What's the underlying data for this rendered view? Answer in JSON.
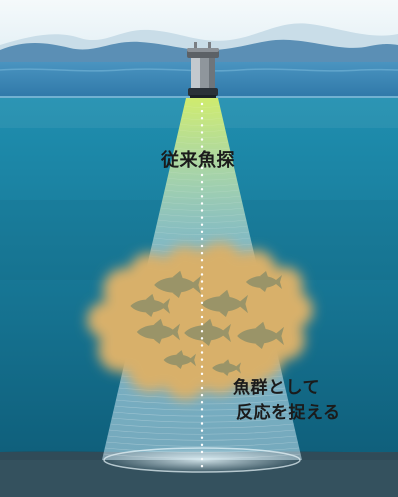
{
  "labels": {
    "sonar": "従来魚探",
    "fish_school_line1": "魚群として",
    "fish_school_line2": "反応を捉える"
  },
  "colors": {
    "sky": "#eaf3f7",
    "mountain_far": "#c9dde8",
    "mountain_near": "#5b8fb5",
    "sea_surface": "#3f88b6",
    "water_top": "#1f8fb0",
    "water_bottom": "#0f5f7b",
    "seabed": "#34515e",
    "beam_top": "#d8f06a",
    "beam_bottom": "#c9e6f2",
    "fish_school": "#d8b06b",
    "fish": "#9a9468",
    "label_text": "#1b1b1b"
  },
  "icons": {
    "transducer": "transducer-icon",
    "fish": "tuna-icon"
  }
}
